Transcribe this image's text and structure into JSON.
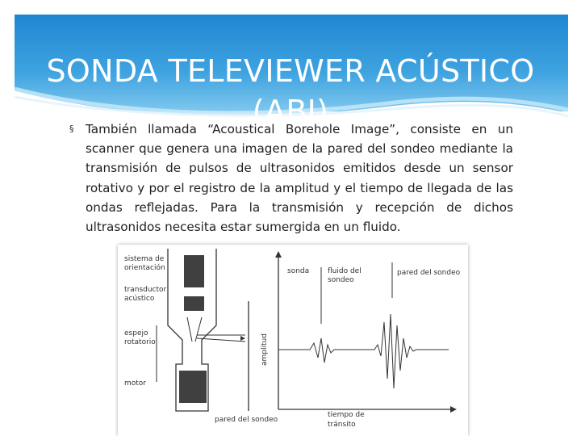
{
  "slide": {
    "title": "SONDA TELEVIEWER ACÚSTICO (ABI)",
    "body": "También llamada “Acoustical Borehole Image”, consiste en un scanner que genera una imagen de la pared del sondeo mediante la transmisión de pulsos de ultrasonidos emitidos desde un sensor rotativo y por el registro de la amplitud y el tiempo de llegada de las ondas reflejadas. Para la transmisión y recepción de dichos ultrasonidos necesita estar sumergida en un fluido.",
    "bullet": "§"
  },
  "colors": {
    "title_band": "#2a8fd6",
    "title_band_light": "#8fd0ef",
    "diagram_box": "#404040",
    "diagram_line": "#333333"
  },
  "diagram": {
    "labels": {
      "orientation_system_1": "sistema de",
      "orientation_system_2": "orientación",
      "transducer_1": "transductor",
      "transducer_2": "acústico",
      "mirror_1": "espejo",
      "mirror_2": "rotatorio",
      "motor": "motor",
      "borehole_wall_bottom": "pared del sondeo",
      "amplitude": "amplitud",
      "probe": "sonda",
      "fluid_1": "fluido del",
      "fluid_2": "sondeo",
      "borehole_wall_top": "pared del sondeo",
      "transit_time_1": "tiempo de",
      "transit_time_2": "tránsito"
    }
  }
}
